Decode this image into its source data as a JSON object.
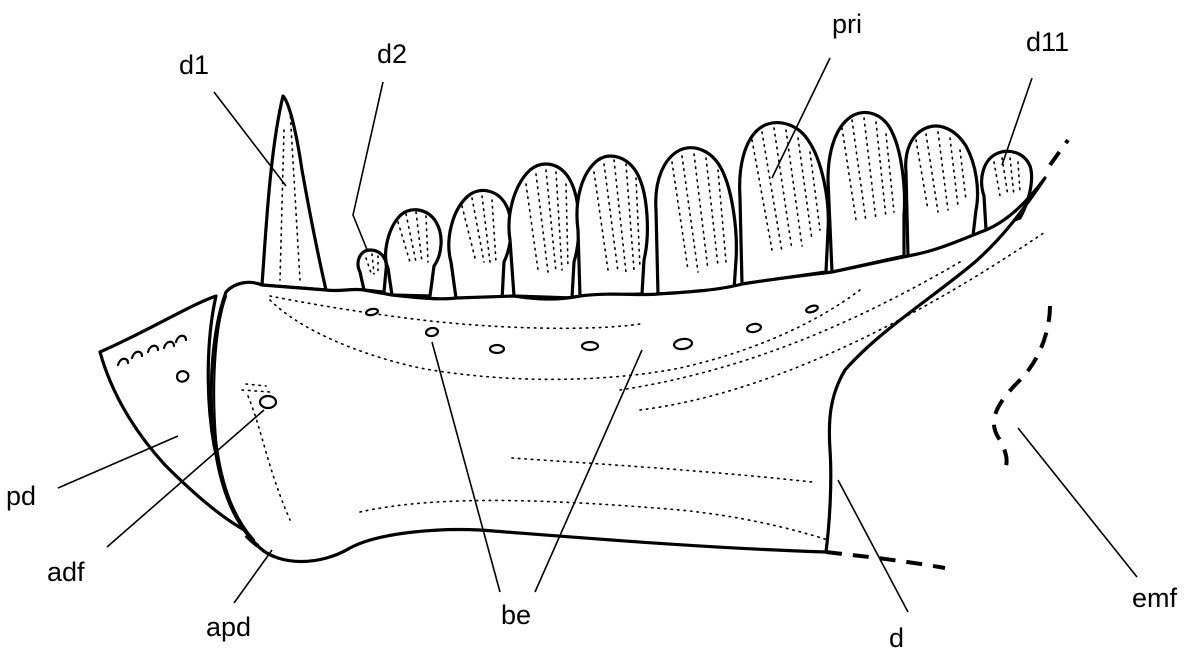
{
  "labels": {
    "d1": "d1",
    "d2": "d2",
    "pri": "pri",
    "d11": "d11",
    "pd": "pd",
    "adf": "adf",
    "apd": "apd",
    "be": "be",
    "d": "d",
    "emf": "emf"
  },
  "tooth_count_drawn": 11
}
